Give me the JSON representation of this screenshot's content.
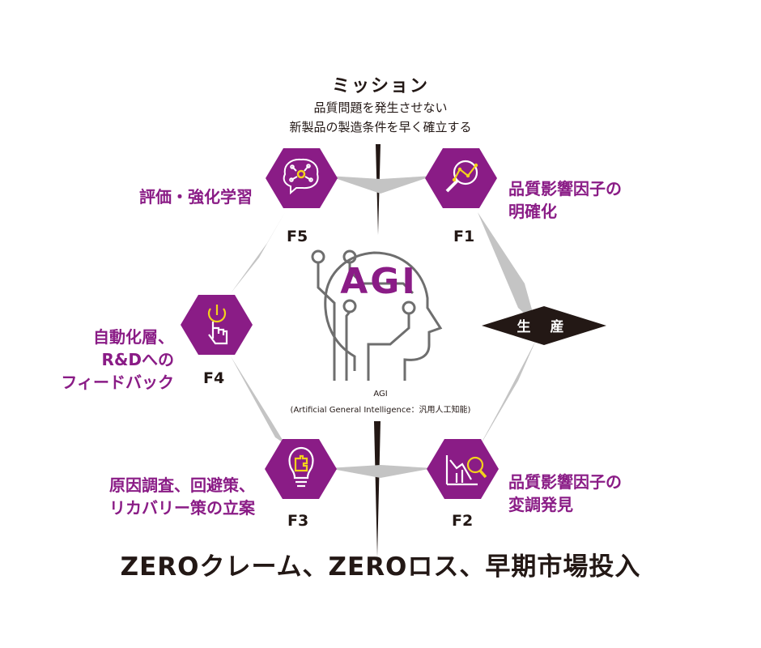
{
  "mission": {
    "title": "ミッション",
    "line1": "品質問題を発生させない",
    "line2": "新製品の製造条件を早く確立する"
  },
  "center": {
    "agi_word": "AGI",
    "caption_line1": "AGI",
    "caption_line2": "(Artificial General Intelligence：汎用人工知能)"
  },
  "production_label": "生 産",
  "goal": "ZEROクレーム、ZEROロス、早期市場投入",
  "nodes": {
    "f1": {
      "id": "F1",
      "label_lines": [
        "品質影響因子の",
        "明確化"
      ],
      "icon": "magnifier-graph-icon"
    },
    "f2": {
      "id": "F2",
      "label_lines": [
        "品質影響因子の",
        "変調発見"
      ],
      "icon": "declining-chart-magnifier-icon"
    },
    "f3": {
      "id": "F3",
      "label_lines": [
        "原因調査、回避策、",
        "リカバリー策の立案"
      ],
      "icon": "lightbulb-puzzle-icon"
    },
    "f4": {
      "id": "F4",
      "label_lines": [
        "自動化層、",
        "R&Dへの",
        "フィードバック"
      ],
      "icon": "touch-power-icon"
    },
    "f5": {
      "id": "F5",
      "label_lines": [
        "評価・強化学習"
      ],
      "icon": "brain-circuit-icon"
    }
  },
  "colors": {
    "hex_fill": "#8a1c86",
    "label_color": "#8a1c86",
    "accent_yellow": "#f2d21b",
    "connector_gray": "#c4c4c4",
    "dark": "#231815",
    "circuit_gray": "#6e6e6e"
  }
}
